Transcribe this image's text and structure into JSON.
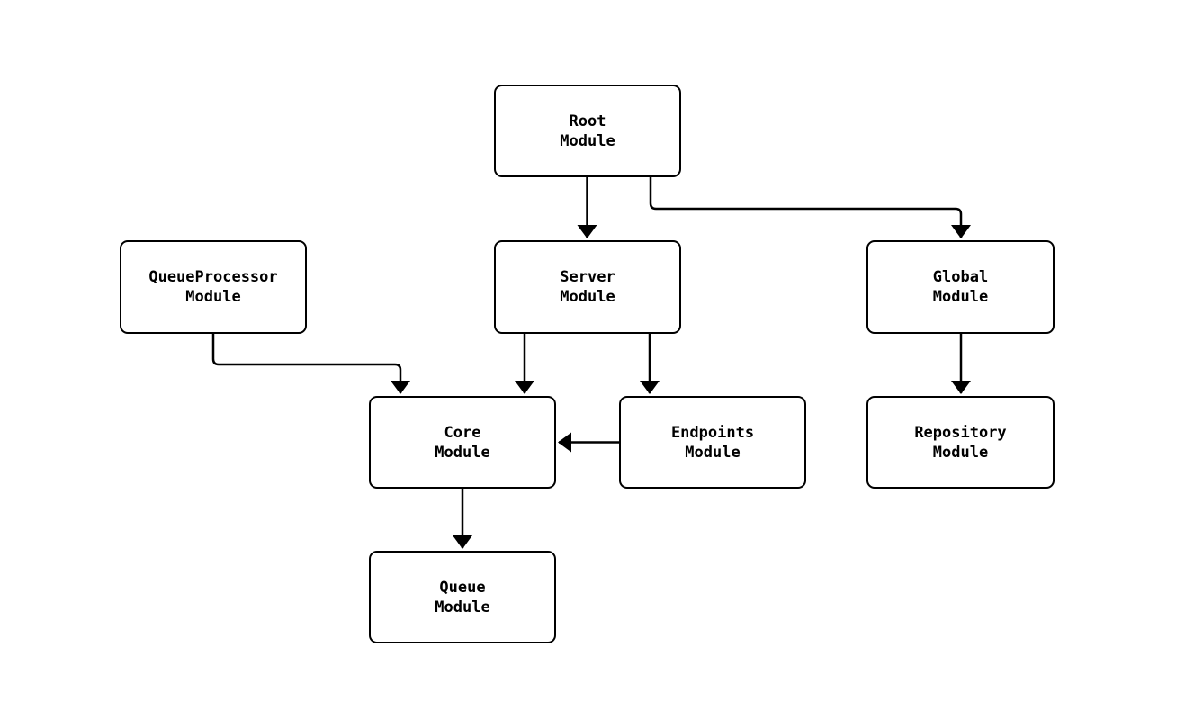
{
  "colors": {
    "background": "#ffffff",
    "node_fill": "#ffffff",
    "node_border": "#000000",
    "edge_stroke": "#000000",
    "text": "#000000"
  },
  "diagram": {
    "type": "flowchart",
    "direction": "top-down",
    "nodes": [
      {
        "id": "root",
        "label": "Root\nModule"
      },
      {
        "id": "queueprocessor",
        "label": "QueueProcessor\nModule"
      },
      {
        "id": "server",
        "label": "Server\nModule"
      },
      {
        "id": "global",
        "label": "Global\nModule"
      },
      {
        "id": "core",
        "label": "Core\nModule"
      },
      {
        "id": "endpoints",
        "label": "Endpoints\nModule"
      },
      {
        "id": "repository",
        "label": "Repository\nModule"
      },
      {
        "id": "queue",
        "label": "Queue\nModule"
      }
    ],
    "edges": [
      {
        "from": "Root Module",
        "to": "Server Module"
      },
      {
        "from": "Root Module",
        "to": "Global Module"
      },
      {
        "from": "QueueProcessor Module",
        "to": "Core Module"
      },
      {
        "from": "Server Module",
        "to": "Core Module"
      },
      {
        "from": "Server Module",
        "to": "Endpoints Module"
      },
      {
        "from": "Endpoints Module",
        "to": "Core Module"
      },
      {
        "from": "Core Module",
        "to": "Queue Module"
      },
      {
        "from": "Global Module",
        "to": "Repository Module"
      }
    ]
  }
}
